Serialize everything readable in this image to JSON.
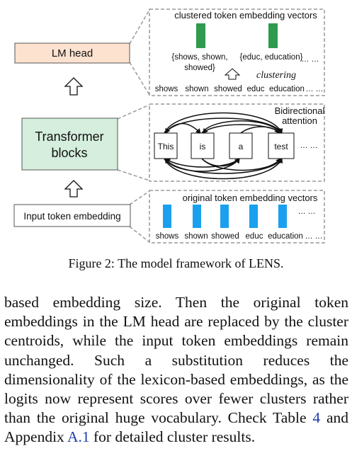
{
  "figure": {
    "lm_head_label": "LM head",
    "transformer_label_line1": "Transformer",
    "transformer_label_line2": "blocks",
    "input_label": "Input token embedding",
    "clustered_title": "clustered token embedding vectors",
    "cluster_group1_line1": "{shows, shown,",
    "cluster_group1_line2": "showed}",
    "cluster_group2": "{educ, education}",
    "clustering_label": "clustering",
    "tokens": [
      "shows",
      "shown",
      "showed",
      "educ",
      "education"
    ],
    "ellipsis": "… …",
    "attention_line1": "Bidirectional",
    "attention_line2": "attention",
    "sentence_tokens": [
      "This",
      "is",
      "a",
      "test"
    ],
    "original_title": "original token embedding vectors",
    "colors": {
      "lm_head": "#fde2cf",
      "transformer": "#d5eedd",
      "cluster_bar": "#2e9b4f",
      "original_bar": "#1aa0ee"
    }
  },
  "caption": "Figure 2: The model framework of LENS.",
  "body": {
    "text1": "based embedding size. Then the original token embeddings in the LM head are replaced by the cluster centroids, while the input token embeddings remain unchanged. Such a substitution reduces the dimensionality of the lexicon-based embeddings, as the logits now represent scores over fewer clusters rather than the original huge vocabulary. Check Table ",
    "ref1": "4",
    "text2": " and Appendix ",
    "ref2": "A.1",
    "text3": " for detailed cluster results."
  }
}
